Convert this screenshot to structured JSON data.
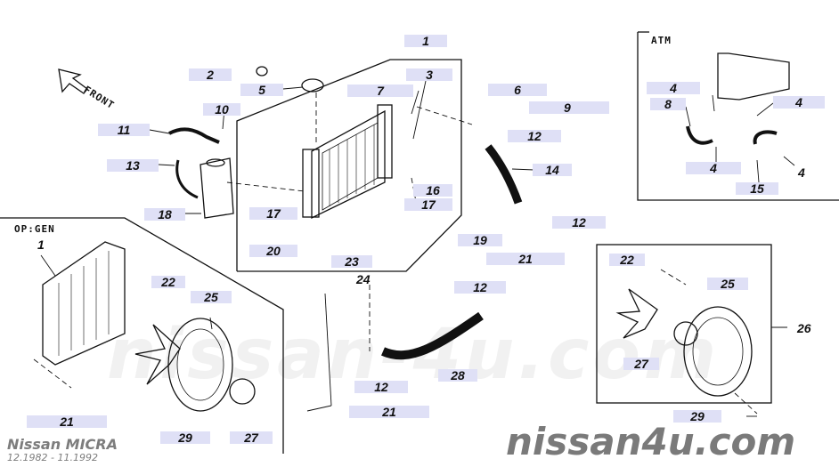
{
  "diagram": {
    "labels": {
      "atm": "ATM",
      "op_gen": "OP:GEN",
      "front": "FRONT"
    },
    "callouts": [
      {
        "id": "c1",
        "text": "1"
      },
      {
        "id": "c2",
        "text": "2"
      },
      {
        "id": "c3",
        "text": "3"
      },
      {
        "id": "c5",
        "text": "5"
      },
      {
        "id": "c6",
        "text": "6"
      },
      {
        "id": "c7",
        "text": "7"
      },
      {
        "id": "c9",
        "text": ""
      },
      {
        "id": "c10",
        "text": "10"
      },
      {
        "id": "c11",
        "text": "11"
      },
      {
        "id": "c12a",
        "text": "12"
      },
      {
        "id": "c12b",
        "text": "12"
      },
      {
        "id": "c12c",
        "text": "12"
      },
      {
        "id": "c12d",
        "text": "12"
      },
      {
        "id": "c13",
        "text": "13"
      },
      {
        "id": "c14",
        "text": "14"
      },
      {
        "id": "c16",
        "text": "16"
      },
      {
        "id": "c17a",
        "text": "17"
      },
      {
        "id": "c17b",
        "text": "17"
      },
      {
        "id": "c18",
        "text": "18"
      },
      {
        "id": "c19",
        "text": "19"
      },
      {
        "id": "c20",
        "text": "20"
      },
      {
        "id": "c21a",
        "text": "21"
      },
      {
        "id": "c21b",
        "text": "21"
      },
      {
        "id": "c21c",
        "text": "21"
      },
      {
        "id": "c22a",
        "text": "22"
      },
      {
        "id": "c22b",
        "text": "22"
      },
      {
        "id": "c23",
        "text": "23"
      },
      {
        "id": "c25a",
        "text": "25"
      },
      {
        "id": "c25b",
        "text": "25"
      },
      {
        "id": "c27a",
        "text": "27"
      },
      {
        "id": "c27b",
        "text": "27"
      },
      {
        "id": "c28",
        "text": "28"
      },
      {
        "id": "c29a",
        "text": "29"
      },
      {
        "id": "c29b",
        "text": "29"
      },
      {
        "id": "atm4a",
        "text": "4"
      },
      {
        "id": "atm4b",
        "text": "4"
      },
      {
        "id": "atm4c",
        "text": "4"
      },
      {
        "id": "atm8",
        "text": "8"
      },
      {
        "id": "atm15",
        "text": "15"
      }
    ],
    "plain_numbers": [
      {
        "id": "p1gen",
        "text": "1"
      },
      {
        "id": "p24",
        "text": "24"
      },
      {
        "id": "p26",
        "text": "26"
      },
      {
        "id": "p4d",
        "text": "4"
      }
    ],
    "nine_label": "9"
  },
  "branding": {
    "model": "Nissan MICRA",
    "years": "12.1982 - 11.1992",
    "site": "nissan4u.com",
    "watermark": "nissan-4u.com"
  }
}
